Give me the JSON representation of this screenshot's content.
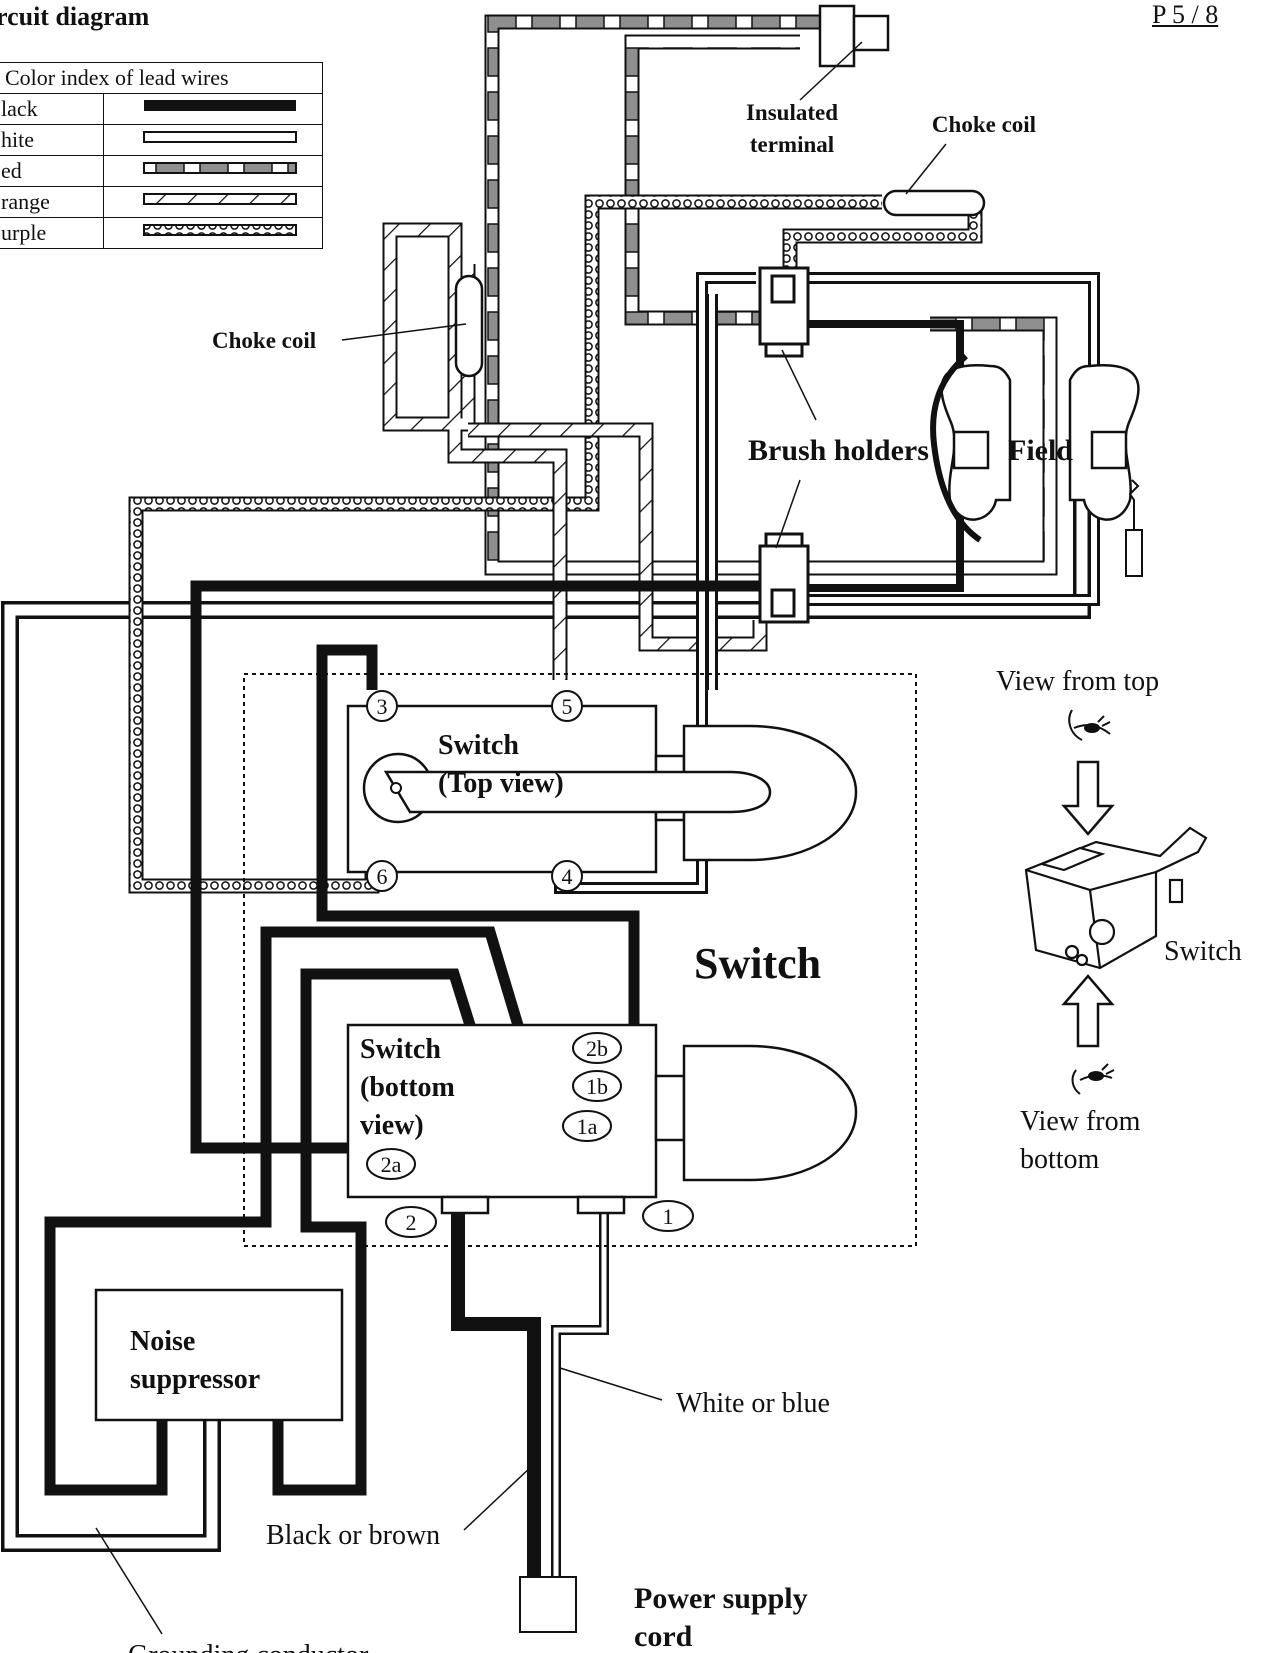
{
  "header": {
    "title": "rcuit diagram",
    "page_number": "P 5 / 8"
  },
  "legend": {
    "heading": "Color index of lead wires",
    "rows": [
      {
        "name": "lack",
        "style": "black"
      },
      {
        "name": "hite",
        "style": "white"
      },
      {
        "name": "ed",
        "style": "red"
      },
      {
        "name": "range",
        "style": "orange"
      },
      {
        "name": "urple",
        "style": "purple"
      }
    ]
  },
  "labels": {
    "insulated_terminal_1": "Insulated",
    "insulated_terminal_2": "terminal",
    "choke_coil_top": "Choke coil",
    "choke_coil_left": "Choke coil",
    "brush_holders": "Brush holders",
    "field": "Field",
    "switch_top_1": "Switch",
    "switch_top_2": "(Top view)",
    "switch_big": "Switch",
    "switch_bottom_1": "Switch",
    "switch_bottom_2": "(bottom",
    "switch_bottom_3": "view)",
    "noise_1": "Noise",
    "noise_2": "suppressor",
    "white_or_blue": "White or blue",
    "black_or_brown": "Black or brown",
    "power_cord_1": "Power supply",
    "power_cord_2": "cord",
    "grounding": "Grounding conductor",
    "view_top": "View from top",
    "view_bottom_1": "View from",
    "view_bottom_2": "bottom",
    "switch_side": "Switch"
  },
  "terminals": {
    "t3": "3",
    "t5": "5",
    "t6": "6",
    "t4": "4",
    "t2b": "2b",
    "t1b": "1b",
    "t1a": "1a",
    "t2a": "2a",
    "t2": "2",
    "t1": "1"
  },
  "colors": {
    "ink": "#111111",
    "red_fill": "#8f8f8f",
    "paper": "#ffffff"
  }
}
